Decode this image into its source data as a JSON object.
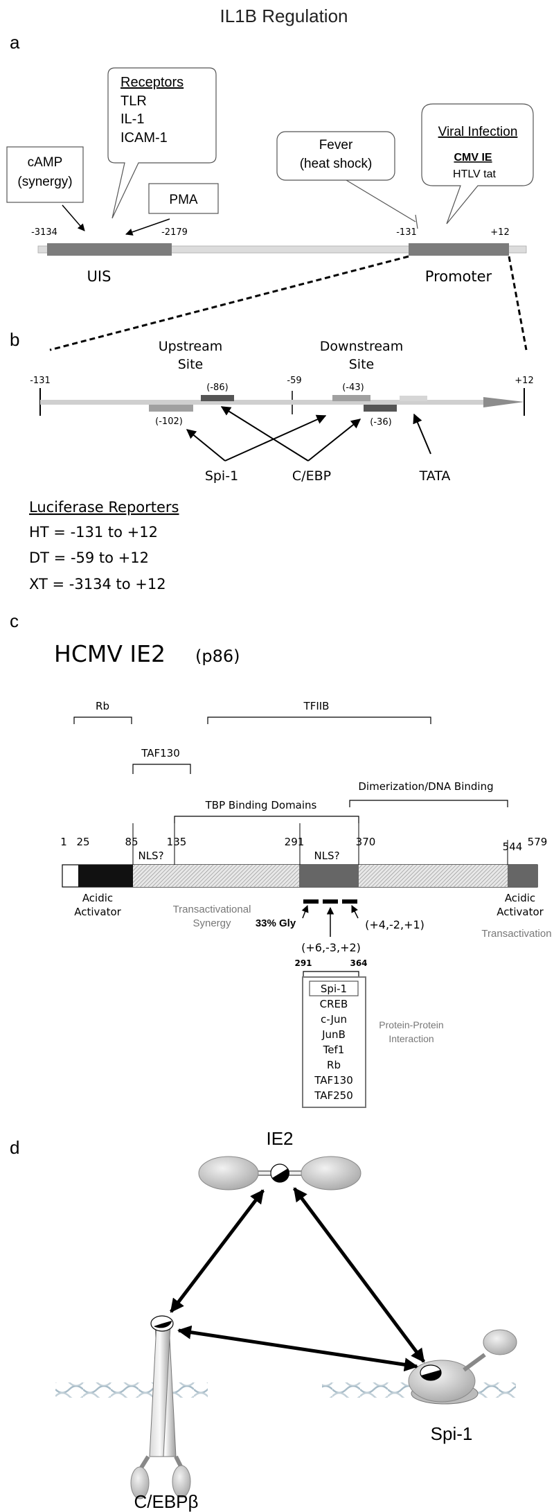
{
  "title": "IL1B Regulation",
  "panel_a": {
    "label": "a",
    "callouts": {
      "receptors_title": "Receptors",
      "receptors": [
        "TLR",
        "IL-1",
        "ICAM-1"
      ],
      "camp": [
        "cAMP",
        "(synergy)"
      ],
      "pma": "PMA",
      "fever": [
        "Fever",
        "(heat shock)"
      ],
      "viral_title": "Viral Infection",
      "viral_items": [
        "CMV IE",
        "HTLV tat"
      ]
    },
    "positions": [
      "-3134",
      "-2179",
      "-131",
      "+12"
    ],
    "regions": [
      "UIS",
      "Promoter"
    ]
  },
  "panel_b": {
    "label": "b",
    "sites": {
      "upstream": [
        "Upstream",
        "Site"
      ],
      "downstream": [
        "Downstream",
        "Site"
      ]
    },
    "positions": [
      "-131",
      "-59",
      "+12"
    ],
    "element_labels": [
      "(-86)",
      "(-102)",
      "(-43)",
      "(-36)"
    ],
    "factors": [
      "Spi-1",
      "C/EBP",
      "TATA"
    ],
    "reporters_title": "Luciferase Reporters",
    "reporters": [
      "HT = -131 to +12",
      "DT = -59 to +12",
      "XT = -3134 to +12"
    ]
  },
  "panel_c": {
    "label": "c",
    "title": "HCMV IE2",
    "subtitle": "(p86)",
    "brackets": {
      "rb": "Rb",
      "tfiib": "TFIIB",
      "taf130": "TAF130",
      "tbp": "TBP  Binding  Domains",
      "dimer": "Dimerization/DNA   Binding"
    },
    "positions": [
      "1",
      "25",
      "85",
      "135",
      "291",
      "370",
      "544",
      "579"
    ],
    "nls": [
      "NLS?",
      "NLS?"
    ],
    "domains": {
      "acidic1": [
        "Acidic",
        "Activator"
      ],
      "transact_syn": [
        "Transactivational",
        "Synergy"
      ],
      "gly": "33% Gly",
      "acidic2": [
        "Acidic",
        "Activator"
      ],
      "transactivation": "Transactivation",
      "phase1": "(+4,-2,+1)",
      "phase2": "(+6,-3,+2)"
    },
    "range": [
      "291",
      "364"
    ],
    "interactors": [
      "Spi-1",
      "CREB",
      "c-Jun",
      "JunB",
      "Tef1",
      "Rb",
      "TAF130",
      "TAF250"
    ],
    "interaction_label": [
      "Protein-Protein",
      "Interaction"
    ]
  },
  "panel_d": {
    "label": "d",
    "proteins": [
      "IE2",
      "C/EBPβ",
      "Spi-1"
    ]
  },
  "colors": {
    "line": "#000000",
    "gray_dark": "#6e6e6e",
    "gray_mid": "#9a9a9a",
    "gray_light": "#d4d4d4",
    "oval": "#c8c8c8"
  }
}
